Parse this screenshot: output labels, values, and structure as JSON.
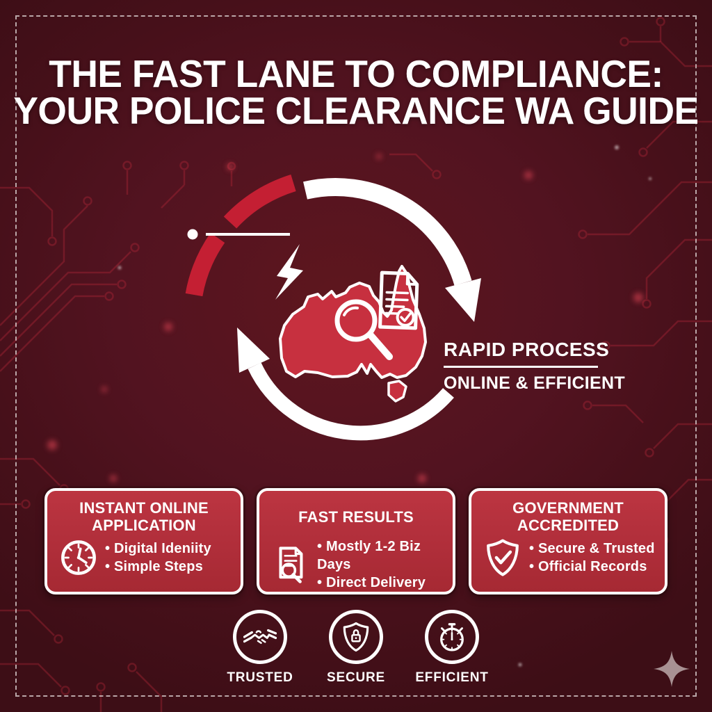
{
  "title": {
    "line1": "THE FAST LANE TO COMPLIANCE:",
    "line2": "YOUR POLICE CLEARANCE WA GUIDE"
  },
  "center_diagram": {
    "heading": "RAPID PROCESS",
    "subheading": "ONLINE & EFFICIENT",
    "icons": [
      "lightning-icon",
      "australia-map",
      "magnifier-icon",
      "document-check-icon",
      "cycle-arrows"
    ]
  },
  "feature_cards": [
    {
      "title": "INSTANT ONLINE APPLICATION",
      "icon": "clock-icon",
      "bullets": [
        "Digital Ideniity",
        "Simple Steps"
      ]
    },
    {
      "title": "FAST RESULTS",
      "icon": "document-search-icon",
      "bullets": [
        "Mostly 1-2 Biz Days",
        "Direct Delivery"
      ]
    },
    {
      "title": "GOVERNMENT ACCREDITED",
      "icon": "shield-check-icon",
      "bullets": [
        "Secure & Trusted",
        "Official Records"
      ]
    }
  ],
  "trust_badges": [
    {
      "label": "TRUSTED",
      "icon": "handshake-icon"
    },
    {
      "label": "SECURE",
      "icon": "shield-lock-icon"
    },
    {
      "label": "EFFICIENT",
      "icon": "stopwatch-icon"
    }
  ],
  "colors": {
    "background": "#4c1119",
    "accent_red": "#c41f33",
    "card_red": "#b02e3a",
    "map_red": "#c7303f",
    "text": "#ffffff",
    "sparkle": "#a89193"
  }
}
